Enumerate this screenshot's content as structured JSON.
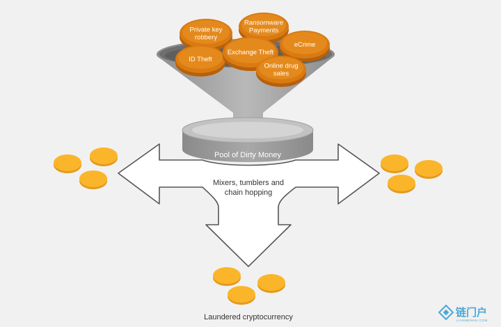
{
  "sources": [
    {
      "id": "private-key",
      "lines": [
        "Private key",
        "robbery"
      ]
    },
    {
      "id": "ransomware",
      "lines": [
        "Ransomware",
        "Payments"
      ]
    },
    {
      "id": "ecrime",
      "lines": [
        "eCrime"
      ]
    },
    {
      "id": "id-theft",
      "lines": [
        "ID Theft"
      ]
    },
    {
      "id": "exchange-theft",
      "lines": [
        "Exchange Theft"
      ]
    },
    {
      "id": "drug-sales",
      "lines": [
        "Online drug",
        "sales"
      ]
    }
  ],
  "pool": {
    "label": "Pool of Dirty Money"
  },
  "mixer": {
    "line1": "Mixers, tumblers and",
    "line2": "chain hopping"
  },
  "output": {
    "label": "Laundered cryptocurrency"
  },
  "watermark": {
    "brand": "链门户",
    "sub": "LIANMENHU.COM"
  },
  "colors": {
    "coin_dark": "#d97a12",
    "coin_light": "#f5ae2a",
    "gold_coin": "#fbb52a",
    "funnel": "#a9a9a9",
    "pool": "#9a9a9a",
    "arrow_fill": "#ffffff",
    "arrow_stroke": "#555555"
  }
}
